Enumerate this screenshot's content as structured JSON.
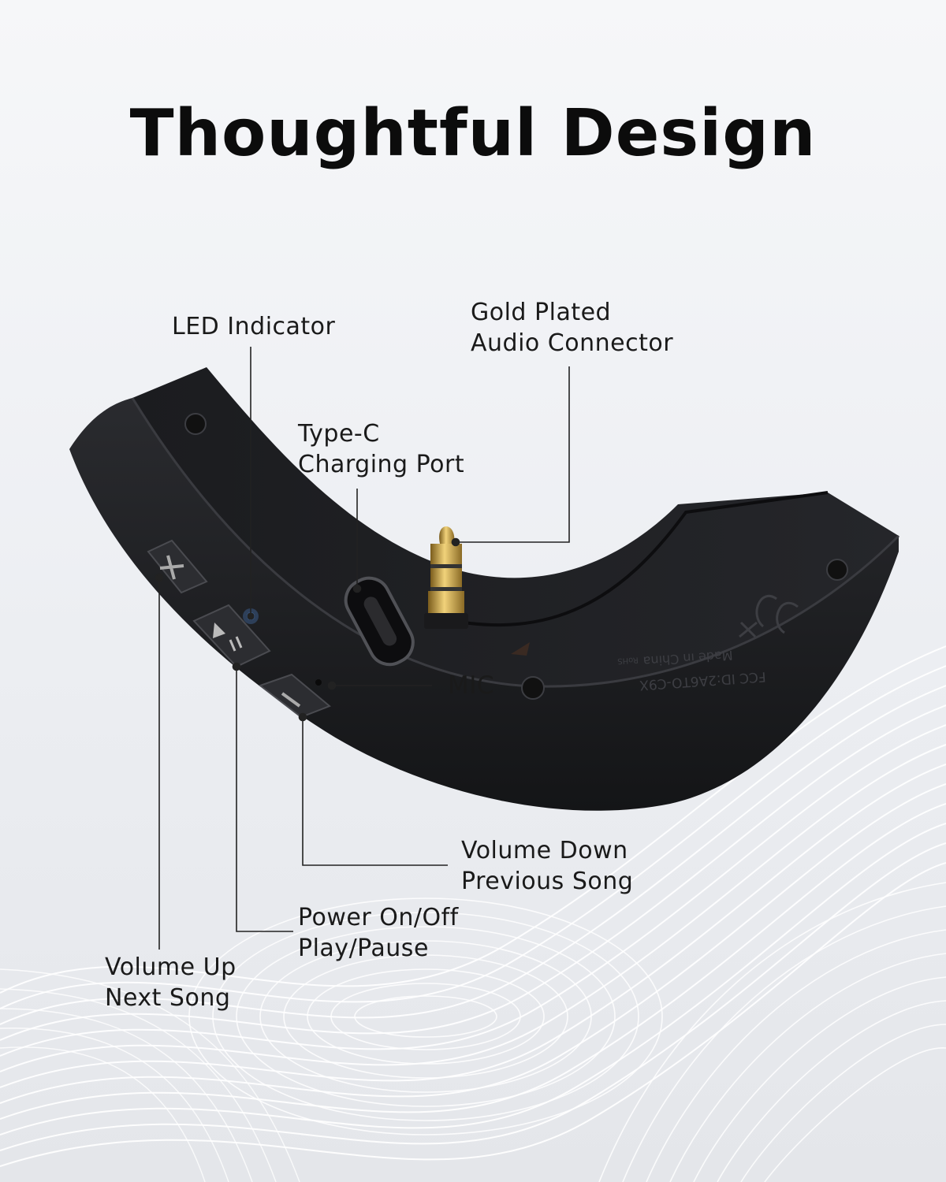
{
  "title": "Thoughtful Design",
  "labels": {
    "led": {
      "line1": "LED Indicator"
    },
    "gold": {
      "line1": "Gold Plated",
      "line2": "Audio Connector"
    },
    "typec": {
      "line1": "Type-C",
      "line2": "Charging Port"
    },
    "mic": {
      "line1": "MIC"
    },
    "voldown": {
      "line1": "Volume Down",
      "line2": "Previous Song"
    },
    "power": {
      "line1": "Power On/Off",
      "line2": "Play/Pause"
    },
    "volup": {
      "line1": "Volume Up",
      "line2": "Next Song"
    }
  },
  "product_marks": {
    "fcc": "FCC ID:2A6TO-C9X",
    "made": "Made in China",
    "rohs": "RoHS"
  },
  "colors": {
    "device": "#1e1f22",
    "led": "#5aa0ff",
    "gold": "#c9a24a",
    "line": "#222222"
  }
}
